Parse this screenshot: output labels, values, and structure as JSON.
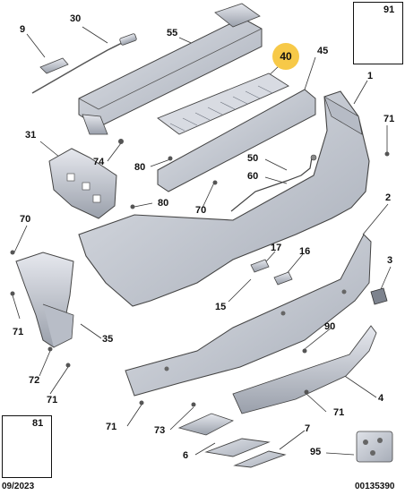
{
  "diagram": {
    "highlighted_part": "40",
    "callouts": {
      "c1": "1",
      "c2": "2",
      "c3": "3",
      "c4": "4",
      "c6": "6",
      "c7": "7",
      "c9": "9",
      "c15": "15",
      "c16": "16",
      "c17": "17",
      "c30": "30",
      "c31": "31",
      "c35": "35",
      "c45": "45",
      "c50": "50",
      "c55": "55",
      "c60": "60",
      "c70a": "70",
      "c70b": "70",
      "c71a": "71",
      "c71b": "71",
      "c71c": "71",
      "c71d": "71",
      "c71e": "71",
      "c72": "72",
      "c73": "73",
      "c74": "74",
      "c80a": "80",
      "c80b": "80",
      "c90": "90",
      "c95": "95"
    },
    "inset_top_right_label": "91",
    "inset_bottom_left_label": "81",
    "date_code": "09/2023",
    "reference_code": "00135390",
    "colors": {
      "part_fill": "#c9cdd6",
      "part_shade": "#9aa0ab",
      "outline": "#333333",
      "highlight": "#f7c948"
    }
  }
}
